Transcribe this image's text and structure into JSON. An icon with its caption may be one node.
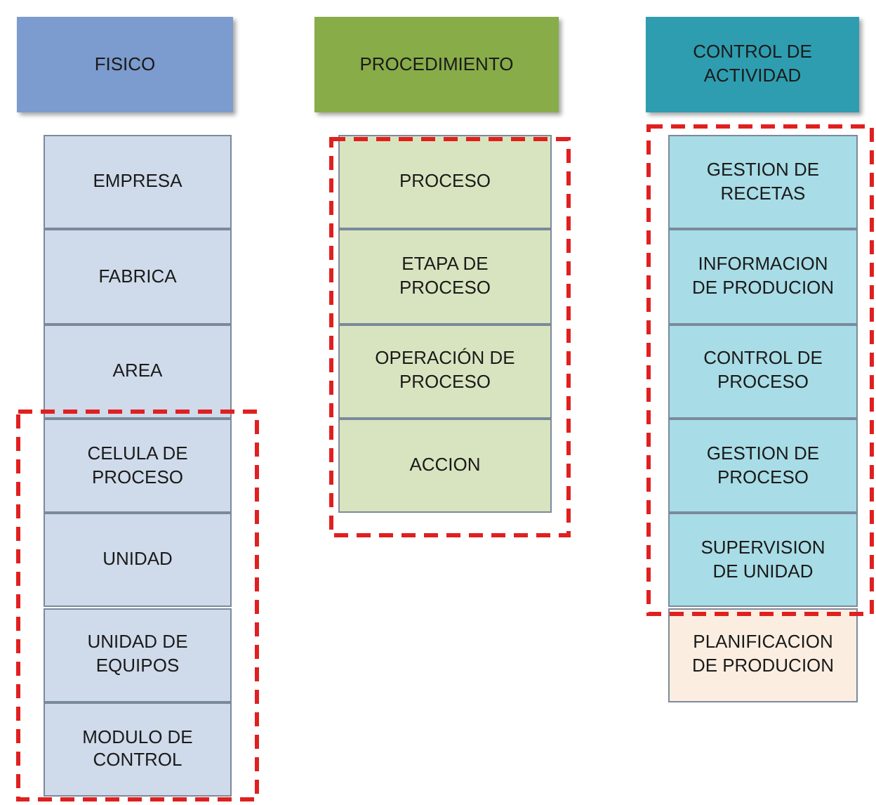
{
  "diagram": {
    "nodes": [
      {
        "text": [
          "FISICO"
        ]
      },
      {
        "text": [
          "EMPRESA"
        ]
      },
      {
        "text": [
          "FABRICA"
        ]
      },
      {
        "text": [
          "AREA"
        ]
      },
      {
        "text": [
          "CELULA DE PROCESO"
        ]
      },
      {
        "text": [
          "UNIDAD"
        ]
      },
      {
        "text": [
          "UNIDAD DE EQUIPOS"
        ]
      },
      {
        "text": [
          "MODULO DE CONTROL"
        ]
      },
      {
        "text": [
          "PROCEDIMIENTO"
        ]
      },
      {
        "text": [
          "PROCESO"
        ]
      },
      {
        "text": [
          "ETAPA DE PROCESO"
        ]
      },
      {
        "text": [
          "OPERACIÓN DE PROCESO"
        ]
      },
      {
        "text": [
          "ACCION"
        ]
      },
      {
        "text": [
          "CONTROL DE ACTIVIDAD"
        ]
      },
      {
        "text": [
          "GESTION DE RECETAS"
        ]
      },
      {
        "text": [
          "INFORMACION DE PRODUCION"
        ]
      },
      {
        "text": [
          "CONTROL DE PROCESO"
        ]
      },
      {
        "text": [
          "GESTION DE PROCESO"
        ]
      },
      {
        "text": [
          "SUPERVISION DE UNIDAD"
        ]
      },
      {
        "text": [
          "PLANIFICACION DE PRODUCION"
        ]
      }
    ],
    "edges": []
  }
}
